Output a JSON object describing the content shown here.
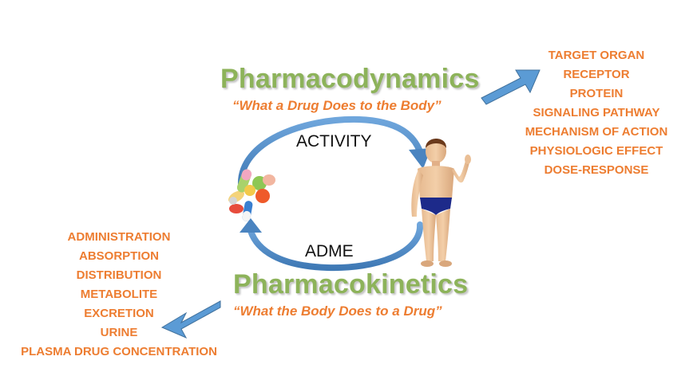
{
  "pharmacodynamics": {
    "title": "Pharmacodynamics",
    "subtitle": "“What a Drug Does to the Body”",
    "items": [
      "TARGET ORGAN",
      "RECEPTOR",
      "PROTEIN",
      "SIGNALING PATHWAY",
      "MECHANISM OF ACTION",
      "PHYSIOLOGIC EFFECT",
      "DOSE-RESPONSE"
    ]
  },
  "pharmacokinetics": {
    "title": "Pharmacokinetics",
    "subtitle": "“What the Body Does to a Drug”",
    "items": [
      "ADMINISTRATION",
      "ABSORPTION",
      "DISTRIBUTION",
      "METABOLITE",
      "EXCRETION",
      "URINE",
      "PLASMA DRUG CONCENTRATION"
    ]
  },
  "cycle": {
    "top_label": "ACTIVITY",
    "bottom_label": "ADME"
  },
  "colors": {
    "title_green": "#8db35a",
    "accent_orange": "#ed7d31",
    "arrow_blue": "#5b9bd5"
  },
  "icons": {
    "drug": "pills-icon",
    "body": "human-figure-icon"
  }
}
